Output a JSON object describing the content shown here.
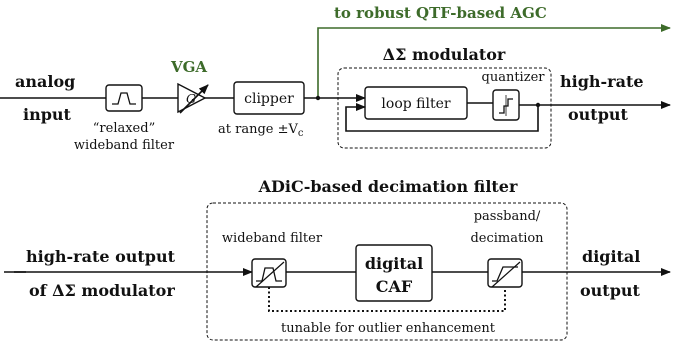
{
  "top": {
    "agc_label": "to robust QTF-based AGC",
    "input_label_1": "analog",
    "input_label_2": "input",
    "filter_label_1": "“relaxed”",
    "filter_label_2": "wideband filter",
    "vga_label": "VGA",
    "vga_gain": "G",
    "clipper_label": "clipper",
    "range_label": "at range ±V",
    "range_sub": "c",
    "modulator_title": "ΔΣ modulator",
    "loop_filter_label": "loop filter",
    "quantizer_label": "quantizer",
    "output_label_1": "high-rate",
    "output_label_2": "output"
  },
  "bottom": {
    "title": "ADiC-based decimation filter",
    "input_label_1": "high-rate output",
    "input_label_2": "of ΔΣ modulator",
    "wideband_label": "wideband filter",
    "caf_label_1": "digital",
    "caf_label_2": "CAF",
    "passband_label_1": "passband/",
    "passband_label_2": "decimation",
    "output_label_1": "digital",
    "output_label_2": "output",
    "tunable_label": "tunable for outlier enhancement"
  },
  "colors": {
    "agc_accent": "#3d6b2a",
    "line": "#111111"
  }
}
